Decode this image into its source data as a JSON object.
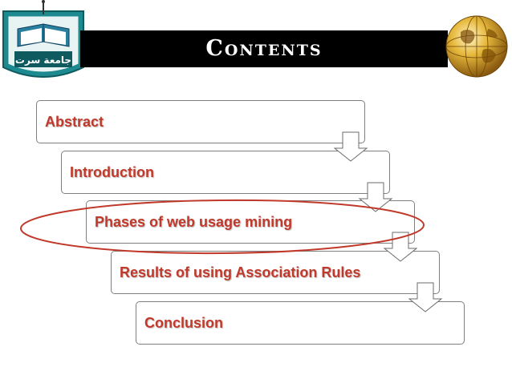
{
  "title": "Contents",
  "logo": {
    "text": "جامعة سرت"
  },
  "items": [
    {
      "label": "Abstract"
    },
    {
      "label": "Introduction"
    },
    {
      "label": "Phases of web usage mining"
    },
    {
      "label": "Results of using Association Rules"
    },
    {
      "label": "Conclusion"
    }
  ],
  "highlight": {
    "item_index": 2,
    "color": "#c0392b"
  },
  "colors": {
    "title_bar": "#000000",
    "title_text": "#ffffff",
    "item_text": "#c0392b",
    "logo_teal": "#1c8a8f"
  },
  "icons": [
    "university-logo-icon",
    "globe-icon",
    "down-arrow-icon"
  ]
}
